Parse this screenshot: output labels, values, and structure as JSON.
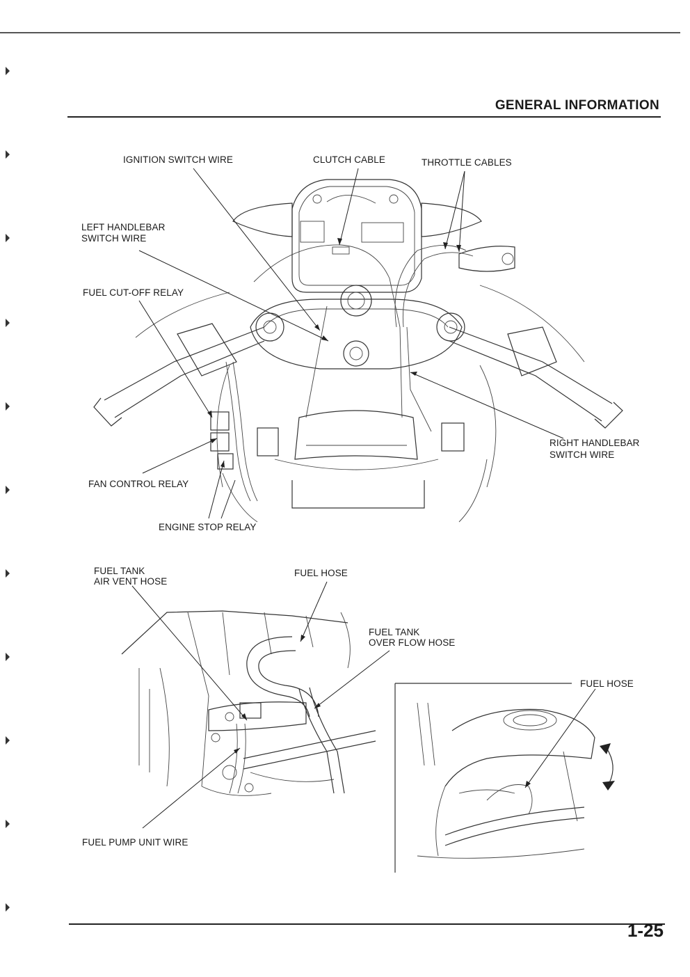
{
  "header": {
    "section_title": "GENERAL INFORMATION"
  },
  "footer": {
    "page_number": "1-25"
  },
  "top_figure": {
    "labels": {
      "ignition_switch_wire": "IGNITION SWITCH WIRE",
      "clutch_cable": "CLUTCH CABLE",
      "throttle_cables": "THROTTLE CABLES",
      "left_handlebar_switch_wire_1": "LEFT HANDLEBAR",
      "left_handlebar_switch_wire_2": "SWITCH WIRE",
      "fuel_cutoff_relay": "FUEL CUT-OFF RELAY",
      "right_handlebar_switch_wire_1": "RIGHT HANDLEBAR",
      "right_handlebar_switch_wire_2": "SWITCH WIRE",
      "fan_control_relay": "FAN CONTROL RELAY",
      "engine_stop_relay": "ENGINE STOP RELAY"
    }
  },
  "bottom_figure": {
    "labels": {
      "fuel_tank_air_vent_hose_1": "FUEL TANK",
      "fuel_tank_air_vent_hose_2": "AIR VENT HOSE",
      "fuel_hose": "FUEL HOSE",
      "fuel_tank_over_flow_hose_1": "FUEL TANK",
      "fuel_tank_over_flow_hose_2": "OVER FLOW HOSE",
      "fuel_pump_unit_wire": "FUEL PUMP UNIT WIRE"
    }
  },
  "inset_figure": {
    "labels": {
      "fuel_hose": "FUEL HOSE"
    }
  }
}
